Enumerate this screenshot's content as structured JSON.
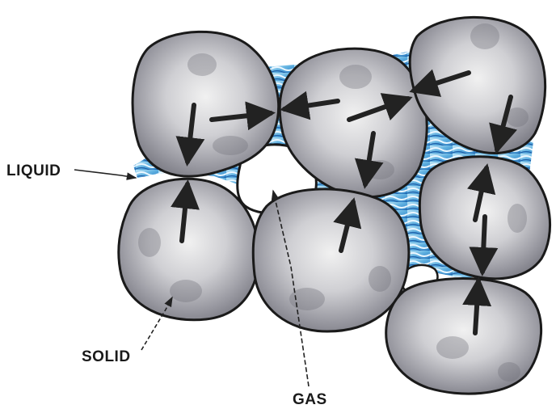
{
  "labels": {
    "liquid": "LIQUID",
    "solid": "SOLID",
    "gas": "GAS"
  },
  "colors": {
    "background": "#ffffff",
    "liquid_light": "#9fd6f2",
    "liquid_dark": "#2d7fc4",
    "solid_light": "#eeeeee",
    "solid_dark": "#6f6f78",
    "outline": "#1a1a1a",
    "arrow": "#222222",
    "gas": "#ffffff"
  }
}
